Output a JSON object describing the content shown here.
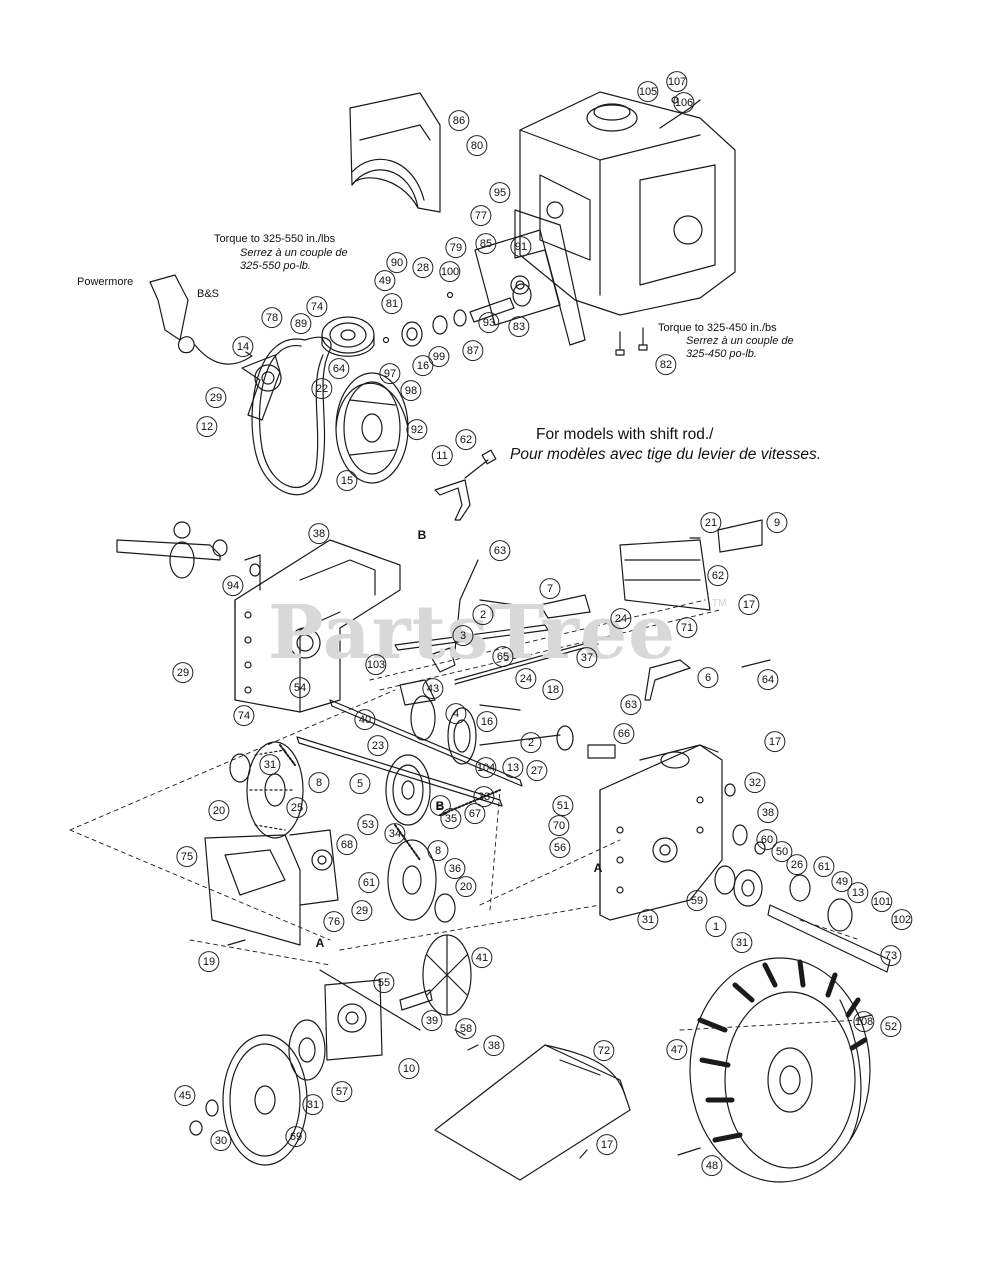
{
  "diagram": {
    "watermark": "PartsTree",
    "watermark_tm": "TM",
    "notes": {
      "torque_pulley_en": "Torque to 325-550 in./lbs",
      "torque_pulley_fr": "Serrez à un couple de 325-550 po-lb.",
      "torque_engine_en": "Torque to 325-450 in./bs",
      "torque_engine_fr": "Serrez à un couple de 325-450 po-lb.",
      "shift_rod_en": "For models with shift rod./",
      "shift_rod_fr": "Pour modèles avec tige du levier de vitesses.",
      "powermore": "Powermore",
      "bs": "B&S"
    },
    "reference_letters": [
      "B",
      "B",
      "A",
      "A"
    ],
    "callouts": [
      "107",
      "105",
      "106",
      "86",
      "80",
      "95",
      "77",
      "85",
      "79",
      "91",
      "100",
      "90",
      "28",
      "49",
      "81",
      "74",
      "78",
      "89",
      "14",
      "22",
      "64",
      "29",
      "12",
      "15",
      "92",
      "97",
      "16",
      "99",
      "98",
      "93",
      "83",
      "87",
      "82",
      "11",
      "62",
      "21",
      "9",
      "38",
      "94",
      "63",
      "7",
      "62",
      "17",
      "2",
      "24",
      "71",
      "29",
      "3",
      "65",
      "37",
      "64",
      "103",
      "54",
      "43",
      "24",
      "18",
      "6",
      "74",
      "4",
      "16",
      "63",
      "40",
      "23",
      "2",
      "66",
      "17",
      "31",
      "8",
      "5",
      "13",
      "27",
      "32",
      "20",
      "25",
      "B",
      "33",
      "104",
      "51",
      "38",
      "53",
      "34",
      "35",
      "67",
      "70",
      "60",
      "68",
      "8",
      "36",
      "56",
      "50",
      "26",
      "61",
      "61",
      "20",
      "49",
      "75",
      "13",
      "101",
      "29",
      "76",
      "59",
      "31",
      "102",
      "1",
      "31",
      "73",
      "19",
      "41",
      "55",
      "39",
      "58",
      "108",
      "52",
      "38",
      "72",
      "10",
      "47",
      "57",
      "45",
      "31",
      "30",
      "69",
      "17",
      "48"
    ]
  }
}
